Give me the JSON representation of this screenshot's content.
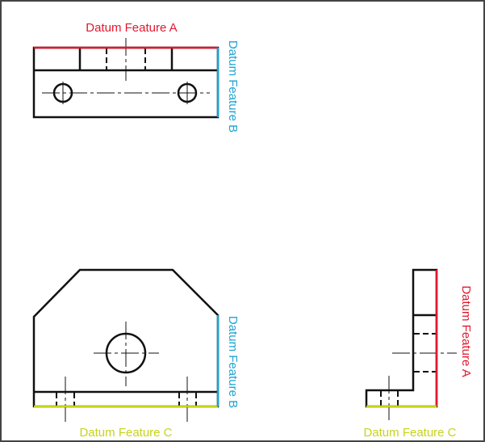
{
  "labels": {
    "top_view_datum_a": "Datum Feature A",
    "top_view_datum_b": "Datum Feature B",
    "front_view_datum_b": "Datum Feature B",
    "front_view_datum_c": "Datum Feature C",
    "side_view_datum_a": "Datum Feature A",
    "side_view_datum_c": "Datum Feature C"
  },
  "colors": {
    "datum_a": "#e0182d",
    "datum_b": "#1aa3d4",
    "datum_c": "#c5d41a",
    "outline": "#111111"
  }
}
